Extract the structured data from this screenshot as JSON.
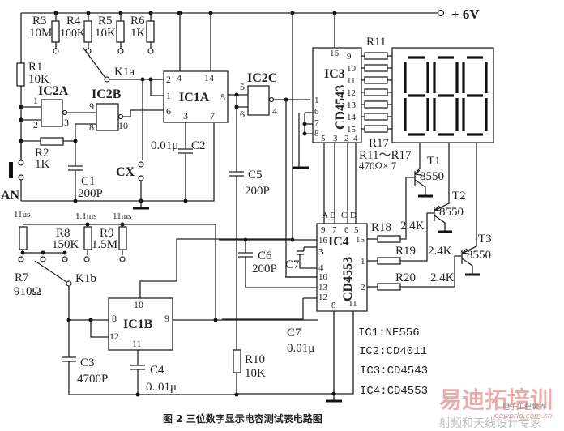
{
  "supply": {
    "label": "+ 6V"
  },
  "resistors": {
    "R1": {
      "name": "R1",
      "value": "10K"
    },
    "R2": {
      "name": "R2",
      "value": "1K"
    },
    "R3": {
      "name": "R3",
      "value": "10M"
    },
    "R4": {
      "name": "R4",
      "value": "100K"
    },
    "R5": {
      "name": "R5",
      "value": "10K"
    },
    "R6": {
      "name": "R6",
      "value": "1K"
    },
    "R7": {
      "name": "R7",
      "value": "910Ω"
    },
    "R8": {
      "name": "R8",
      "value": "150K"
    },
    "R9": {
      "name": "R9",
      "value": "1.5M"
    },
    "R10": {
      "name": "R10",
      "value": "10K"
    },
    "R11": {
      "name": "R11"
    },
    "R17": {
      "name": "R17"
    },
    "R11_R17": {
      "name": "R11～R17",
      "value": "470Ω× 7"
    },
    "R18": {
      "name": "R18",
      "value": "2.4K"
    },
    "R19": {
      "name": "R19",
      "value": "2.4K"
    },
    "R20": {
      "name": "R20",
      "value": "2.4K"
    }
  },
  "capacitors": {
    "C1": {
      "name": "C1",
      "value": "200P"
    },
    "C2": {
      "name": "C2",
      "value": "0.01μ"
    },
    "C3": {
      "name": "C3",
      "value": "4700P"
    },
    "C4": {
      "name": "C4",
      "value": "0. 01μ"
    },
    "C5": {
      "name": "C5",
      "value": "200P"
    },
    "C6": {
      "name": "C6",
      "value": "200P"
    },
    "C7": {
      "name": "C7",
      "value": "0.01μ"
    }
  },
  "switches": {
    "K1a": "K1a",
    "K1b": "K1b",
    "AN": "AN",
    "CX": "CX"
  },
  "range_labels": [
    "11us",
    "1.1ms",
    "11ms"
  ],
  "ics": {
    "IC1A": {
      "label": "IC1A",
      "pins": [
        "2",
        "1",
        "6",
        "4",
        "14",
        "3",
        "7",
        "5"
      ]
    },
    "IC1B": {
      "label": "IC1B",
      "pins": [
        "10",
        "8",
        "12",
        "11",
        "9"
      ]
    },
    "IC2A": {
      "label": "IC2A",
      "pins": [
        "1",
        "2",
        "3"
      ]
    },
    "IC2B": {
      "label": "IC2B",
      "pins": [
        "9",
        "8",
        "10"
      ]
    },
    "IC2C": {
      "label": "IC2C",
      "pins": [
        "5",
        "6",
        "4"
      ]
    },
    "IC3": {
      "label": "IC3",
      "part": "CD4543",
      "pins_left": [
        "1",
        "6",
        "7",
        "8"
      ],
      "pins_top": [
        "16"
      ],
      "pins_bottom": [
        "5",
        "3",
        "2",
        "4"
      ],
      "pins_right": [
        "9",
        "10",
        "11",
        "12",
        "13",
        "14",
        "15"
      ]
    },
    "IC4": {
      "label": "IC4",
      "part": "CD4553",
      "pins_top": [
        "9",
        "7",
        "6",
        "5"
      ],
      "bus": [
        "A",
        "B",
        "C",
        "D"
      ],
      "pins_left": [
        "16",
        "3",
        "4",
        "10",
        "13",
        "12"
      ],
      "pins_bottom": [
        "8",
        "11"
      ],
      "pins_right": [
        "15",
        "1",
        "2"
      ]
    }
  },
  "segments": [
    "a",
    "b",
    "c",
    "d",
    "e",
    "f",
    "g"
  ],
  "transistors": [
    {
      "name": "T1",
      "part": "8550"
    },
    {
      "name": "T2",
      "part": "8550"
    },
    {
      "name": "T3",
      "part": "8550"
    }
  ],
  "ic_list": [
    "IC1:NE556",
    "IC2:CD4011",
    "IC3:CD4543",
    "IC4:CD4553"
  ],
  "caption": "图 2   三位数字显示电容测试表电路图",
  "watermark": {
    "main": "易迪拓培训",
    "sub": "射频和天线设计专家",
    "site": "eeworld.com.cn",
    "badge": "电子工程世界"
  }
}
